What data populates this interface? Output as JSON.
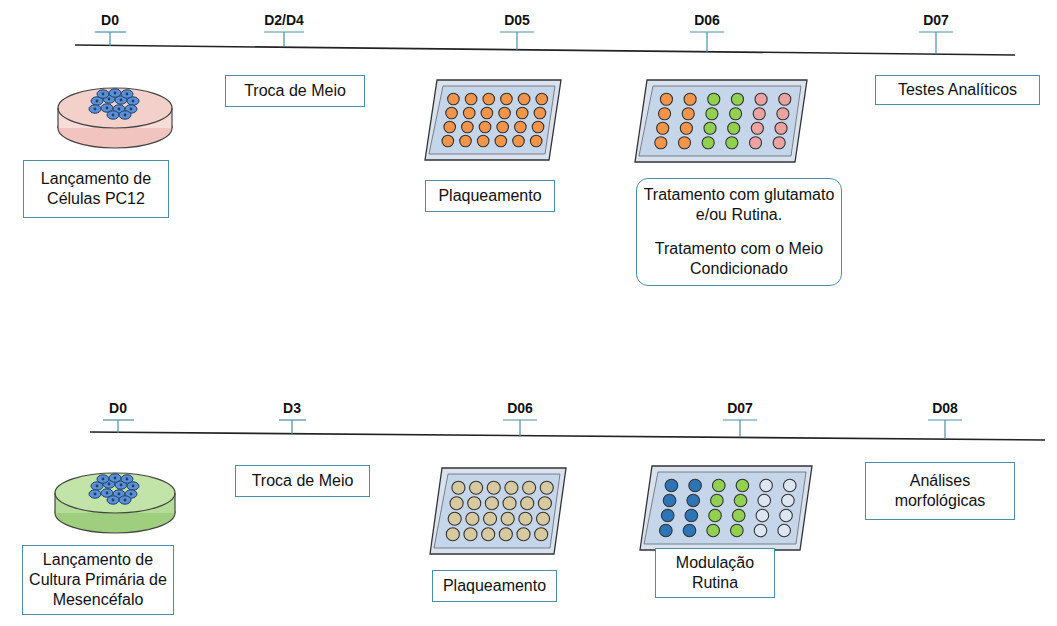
{
  "diagram": {
    "nodes": [
      {
        "text": [
          "Lançamento de Células PC12"
        ]
      },
      {
        "text": [
          "Troca de Meio"
        ]
      },
      {
        "text": [
          "Plaqueamento"
        ]
      },
      {
        "text": [
          "Tratamento com glutamato e/ou Rutina.",
          "Tratamento com o Meio Condicionado"
        ]
      },
      {
        "text": [
          "Testes Analíticos"
        ]
      },
      {
        "text": [
          "Lançamento de Cultura Primária de Mesencéfalo"
        ]
      },
      {
        "text": [
          "Troca de Meio"
        ]
      },
      {
        "text": [
          "Plaqueamento"
        ]
      },
      {
        "text": [
          "Modulação Rutina"
        ]
      },
      {
        "text": [
          "Análises morfológicas"
        ]
      }
    ],
    "edges": [],
    "labels": [
      "D0",
      "D2/D4",
      "D05",
      "D06",
      "D07",
      "D0",
      "D3",
      "D06",
      "D07",
      "D08"
    ]
  }
}
